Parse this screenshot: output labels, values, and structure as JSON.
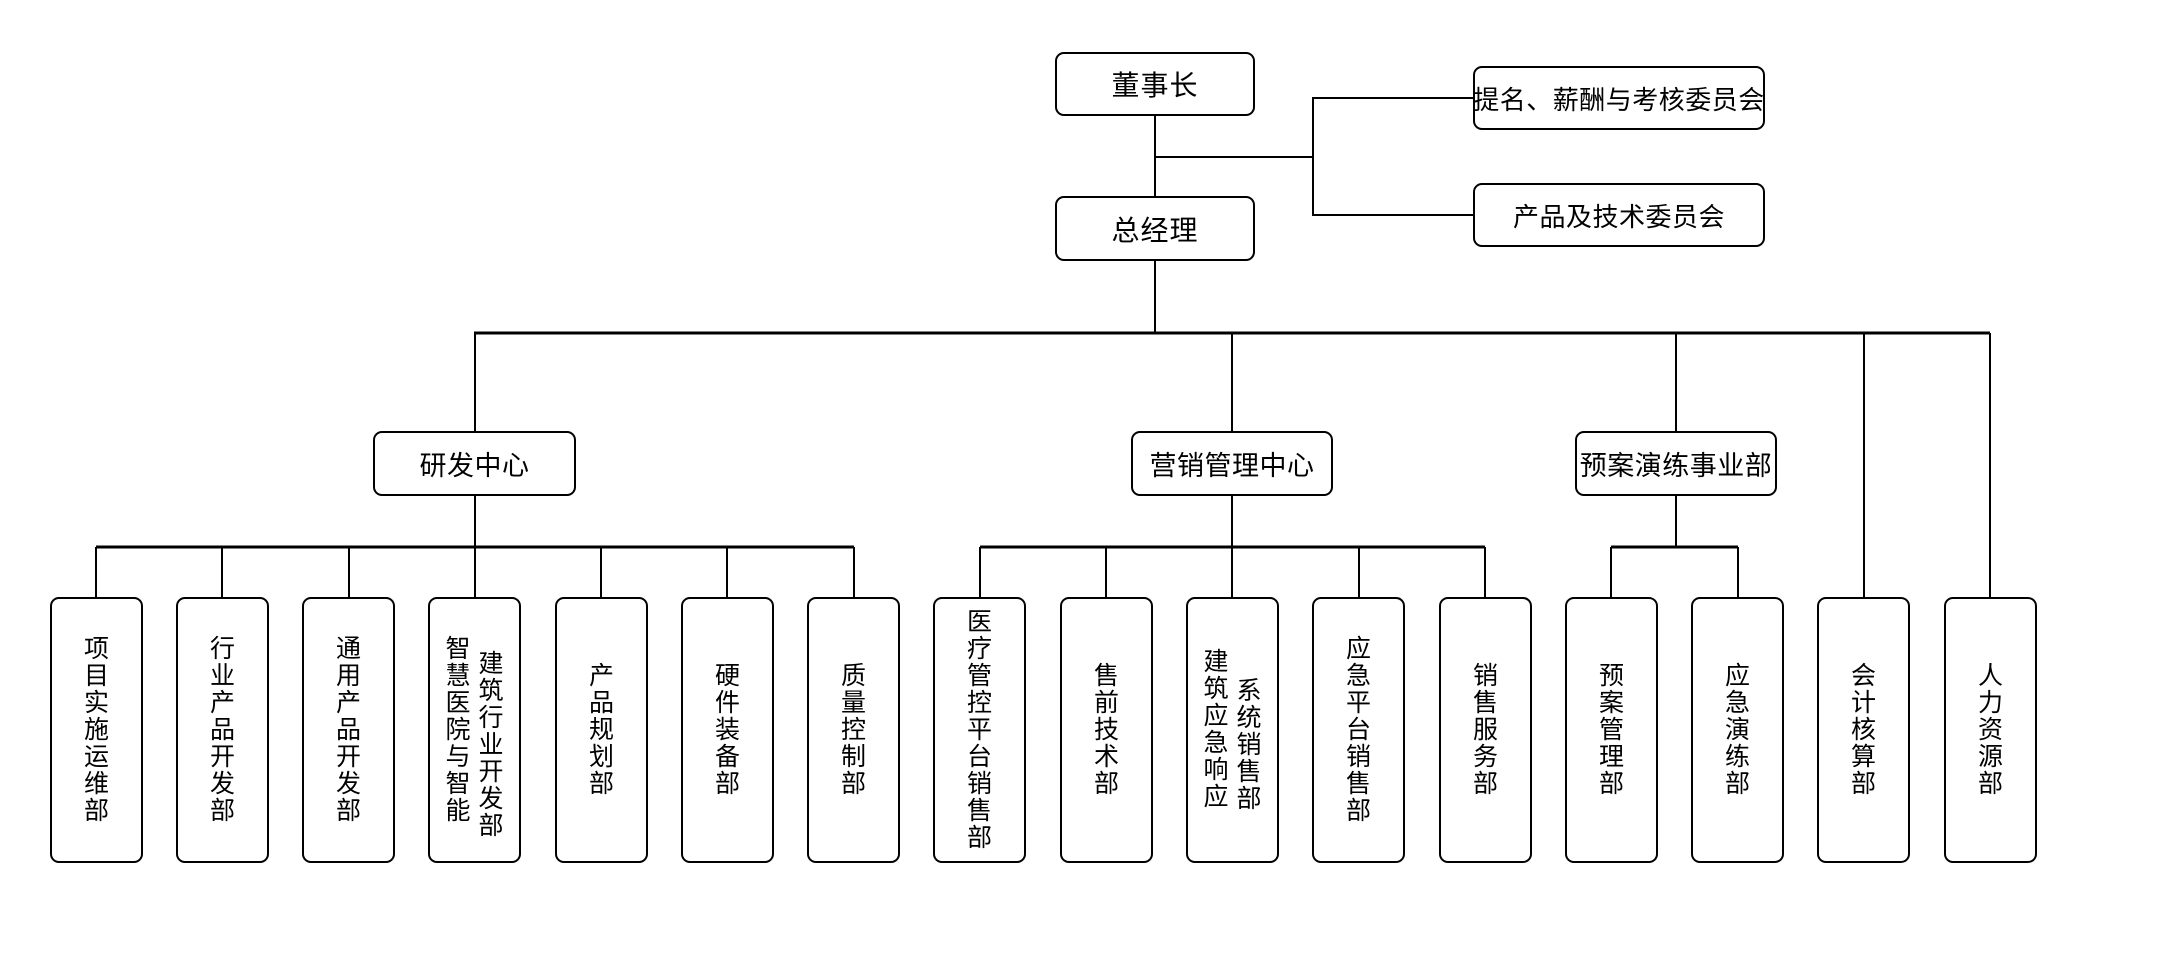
{
  "org_chart": {
    "colors": {
      "background": "#ffffff",
      "line": "#000000",
      "box_border": "#000000",
      "text": "#000000"
    },
    "chairman": {
      "label": "董事长"
    },
    "general_manager": {
      "label": "总经理",
      "parent": "董事长"
    },
    "committees": [
      {
        "label": "提名、薪酬与考核委员会",
        "parent": "董事长"
      },
      {
        "label": "产品及技术委员会",
        "parent": "董事长"
      }
    ],
    "centers": [
      {
        "label": "研发中心",
        "parent": "总经理"
      },
      {
        "label": "营销管理中心",
        "parent": "总经理"
      },
      {
        "label": "预案演练事业部",
        "parent": "总经理"
      }
    ],
    "departments": [
      {
        "label": "项目实施运维部",
        "parent": "研发中心",
        "lines": [
          "项目实施运维部"
        ]
      },
      {
        "label": "行业产品开发部",
        "parent": "研发中心",
        "lines": [
          "行业产品开发部"
        ]
      },
      {
        "label": "通用产品开发部",
        "parent": "研发中心",
        "lines": [
          "通用产品开发部"
        ]
      },
      {
        "label": "智慧医院与智能建筑行业开发部",
        "parent": "研发中心",
        "lines": [
          "智慧医院与智能",
          "建筑行业开发部"
        ]
      },
      {
        "label": "产品规划部",
        "parent": "研发中心",
        "lines": [
          "产品规划部"
        ]
      },
      {
        "label": "硬件装备部",
        "parent": "研发中心",
        "lines": [
          "硬件装备部"
        ]
      },
      {
        "label": "质量控制部",
        "parent": "研发中心",
        "lines": [
          "质量控制部"
        ]
      },
      {
        "label": "医疗管控平台销售部",
        "parent": "营销管理中心",
        "lines": [
          "医疗管控平台销售部"
        ]
      },
      {
        "label": "售前技术部",
        "parent": "营销管理中心",
        "lines": [
          "售前技术部"
        ]
      },
      {
        "label": "建筑应急响应系统销售部",
        "parent": "营销管理中心",
        "lines": [
          "建筑应急响应",
          "系统销售部"
        ]
      },
      {
        "label": "应急平台销售部",
        "parent": "营销管理中心",
        "lines": [
          "应急平台销售部"
        ]
      },
      {
        "label": "销售服务部",
        "parent": "营销管理中心",
        "lines": [
          "销售服务部"
        ]
      },
      {
        "label": "预案管理部",
        "parent": "预案演练事业部",
        "lines": [
          "预案管理部"
        ]
      },
      {
        "label": "应急演练部",
        "parent": "预案演练事业部",
        "lines": [
          "应急演练部"
        ]
      },
      {
        "label": "会计核算部",
        "parent": "总经理",
        "lines": [
          "会计核算部"
        ]
      },
      {
        "label": "人力资源部",
        "parent": "总经理",
        "lines": [
          "人力资源部"
        ]
      }
    ]
  }
}
